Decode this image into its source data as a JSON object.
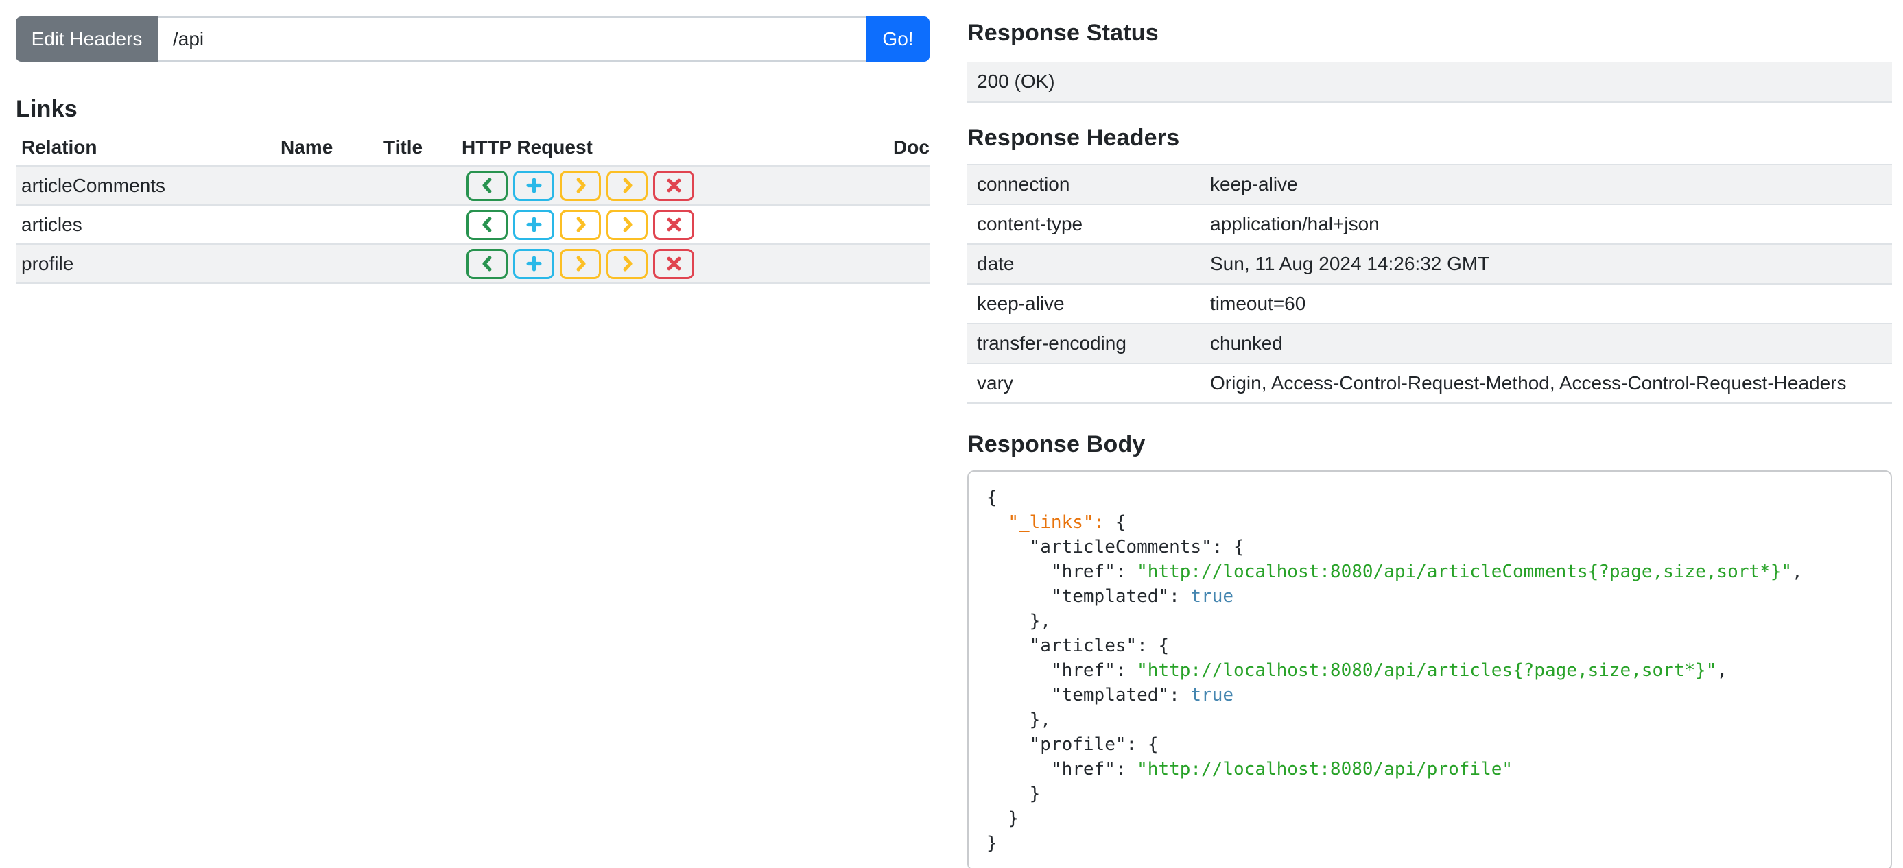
{
  "colors": {
    "text": "#212529",
    "primary": "#0d6efd",
    "secondary": "#6d757d",
    "input-border": "#ced4da",
    "border": "#dee2e6",
    "stripe": "#f1f2f3",
    "code-border": "#c9cbce",
    "tok-key": "#24292e",
    "tok-special": "#e8740d",
    "tok-str": "#28a228",
    "tok-bool": "#4586b0",
    "button-get": "#28934f",
    "button-post": "#29b8e8",
    "button-put": "#fcbf24",
    "button-patch": "#fcbf24",
    "button-delete": "#e04450"
  },
  "request_bar": {
    "edit_headers_label": "Edit Headers",
    "url_value": "/api",
    "go_label": "Go!"
  },
  "links": {
    "title": "Links",
    "columns": [
      "Relation",
      "Name",
      "Title",
      "HTTP Request",
      "Doc"
    ],
    "request_buttons": [
      {
        "name": "http-get-button",
        "icon": "chevron-left-icon",
        "shape": "chevron-left",
        "color": "#28934f"
      },
      {
        "name": "http-post-button",
        "icon": "plus-icon",
        "shape": "plus",
        "color": "#29b8e8"
      },
      {
        "name": "http-put-button",
        "icon": "chevron-right-icon",
        "shape": "chevron-right",
        "color": "#fcbf24"
      },
      {
        "name": "http-patch-button",
        "icon": "chevron-right-icon",
        "shape": "chevron-right",
        "color": "#fcbf24"
      },
      {
        "name": "http-delete-button",
        "icon": "x-icon",
        "shape": "x",
        "color": "#e04450"
      }
    ],
    "rows": [
      {
        "relation": "articleComments",
        "name": "",
        "title": "",
        "doc": ""
      },
      {
        "relation": "articles",
        "name": "",
        "title": "",
        "doc": ""
      },
      {
        "relation": "profile",
        "name": "",
        "title": "",
        "doc": ""
      }
    ]
  },
  "response_status": {
    "title": "Response Status",
    "value": "200 (OK)"
  },
  "response_headers": {
    "title": "Response Headers",
    "rows": [
      {
        "name": "connection",
        "value": "keep-alive"
      },
      {
        "name": "content-type",
        "value": "application/hal+json"
      },
      {
        "name": "date",
        "value": "Sun, 11 Aug 2024 14:26:32 GMT"
      },
      {
        "name": "keep-alive",
        "value": "timeout=60"
      },
      {
        "name": "transfer-encoding",
        "value": "chunked"
      },
      {
        "name": "vary",
        "value": "Origin, Access-Control-Request-Method, Access-Control-Request-Headers"
      }
    ]
  },
  "response_body": {
    "title": "Response Body",
    "lines": [
      [
        [
          "plain",
          "{"
        ]
      ],
      [
        [
          "plain",
          "  "
        ],
        [
          "special",
          "\"_links\":"
        ],
        [
          "plain",
          " {"
        ]
      ],
      [
        [
          "plain",
          "    "
        ],
        [
          "key",
          "\"articleComments\""
        ],
        [
          "plain",
          ": {"
        ]
      ],
      [
        [
          "plain",
          "      "
        ],
        [
          "key",
          "\"href\""
        ],
        [
          "plain",
          ": "
        ],
        [
          "str",
          "\"http://localhost:8080/api/articleComments{?page,size,sort*}\""
        ],
        [
          "plain",
          ","
        ]
      ],
      [
        [
          "plain",
          "      "
        ],
        [
          "key",
          "\"templated\""
        ],
        [
          "plain",
          ": "
        ],
        [
          "bool",
          "true"
        ]
      ],
      [
        [
          "plain",
          "    },"
        ]
      ],
      [
        [
          "plain",
          "    "
        ],
        [
          "key",
          "\"articles\""
        ],
        [
          "plain",
          ": {"
        ]
      ],
      [
        [
          "plain",
          "      "
        ],
        [
          "key",
          "\"href\""
        ],
        [
          "plain",
          ": "
        ],
        [
          "str",
          "\"http://localhost:8080/api/articles{?page,size,sort*}\""
        ],
        [
          "plain",
          ","
        ]
      ],
      [
        [
          "plain",
          "      "
        ],
        [
          "key",
          "\"templated\""
        ],
        [
          "plain",
          ": "
        ],
        [
          "bool",
          "true"
        ]
      ],
      [
        [
          "plain",
          "    },"
        ]
      ],
      [
        [
          "plain",
          "    "
        ],
        [
          "key",
          "\"profile\""
        ],
        [
          "plain",
          ": {"
        ]
      ],
      [
        [
          "plain",
          "      "
        ],
        [
          "key",
          "\"href\""
        ],
        [
          "plain",
          ": "
        ],
        [
          "str",
          "\"http://localhost:8080/api/profile\""
        ]
      ],
      [
        [
          "plain",
          "    }"
        ]
      ],
      [
        [
          "plain",
          "  }"
        ]
      ],
      [
        [
          "plain",
          "}"
        ]
      ]
    ]
  }
}
